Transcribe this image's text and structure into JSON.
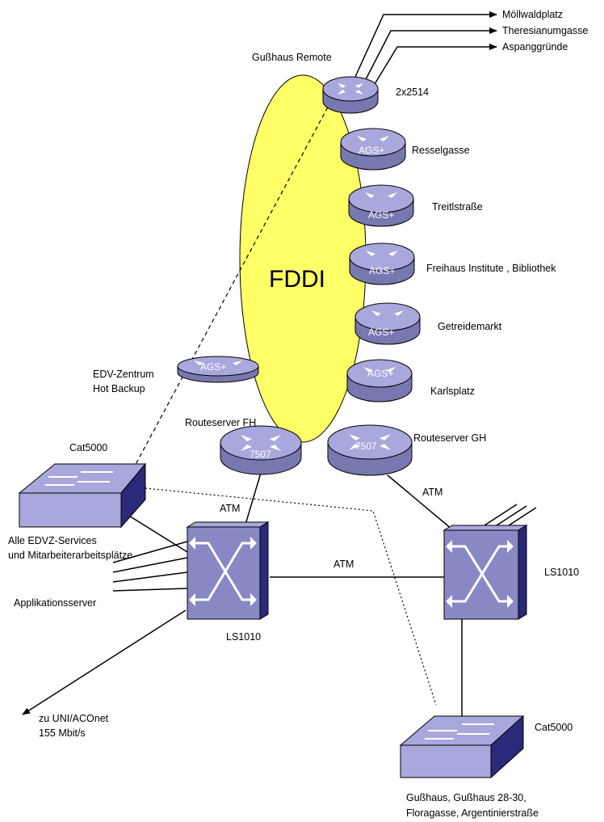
{
  "ring": {
    "label": "FDDI"
  },
  "destinations": [
    "Möllwaldplatz",
    "Theresianumgasse",
    "Aspanggründe"
  ],
  "remote": {
    "title": "Gußhaus Remote",
    "model": "2x2514"
  },
  "ring_routers": [
    {
      "model": "AGS+",
      "location": "Resselgasse"
    },
    {
      "model": "AGS+",
      "location": "Treitlstraße"
    },
    {
      "model": "AGS+",
      "location": "Freihaus Institute , Bibliothek"
    },
    {
      "model": "AGS+",
      "location": "Getreidemarkt"
    },
    {
      "model": "AGS+",
      "location": "Karlsplatz"
    }
  ],
  "backup": {
    "model": "AGS+",
    "line1": "EDV-Zentrum",
    "line2": "Hot Backup"
  },
  "routeserver_fh": {
    "title": "Routeserver FH",
    "model": "7507"
  },
  "routeserver_gh": {
    "title": "Routeserver GH",
    "model": "7507"
  },
  "cat_left": {
    "title": "Cat5000",
    "line1": "Alle EDVZ-Services",
    "line2": "und Mitarbeiterarbeitsplätze"
  },
  "applikationsserver": "Applikationsserver",
  "atm_links": {
    "fh": "ATM",
    "gh": "ATM",
    "trunk": "ATM"
  },
  "switch_left": {
    "label": "LS1010"
  },
  "switch_right": {
    "label": "LS1010"
  },
  "uplink": {
    "line1": "zu UNI/ACOnet",
    "line2": "155 Mbit/s"
  },
  "cat_right": {
    "title": "Cat5000",
    "line1": "Gußhaus, Gußhaus 28-30,",
    "line2": "Floragasse, Argentinierstraße"
  }
}
